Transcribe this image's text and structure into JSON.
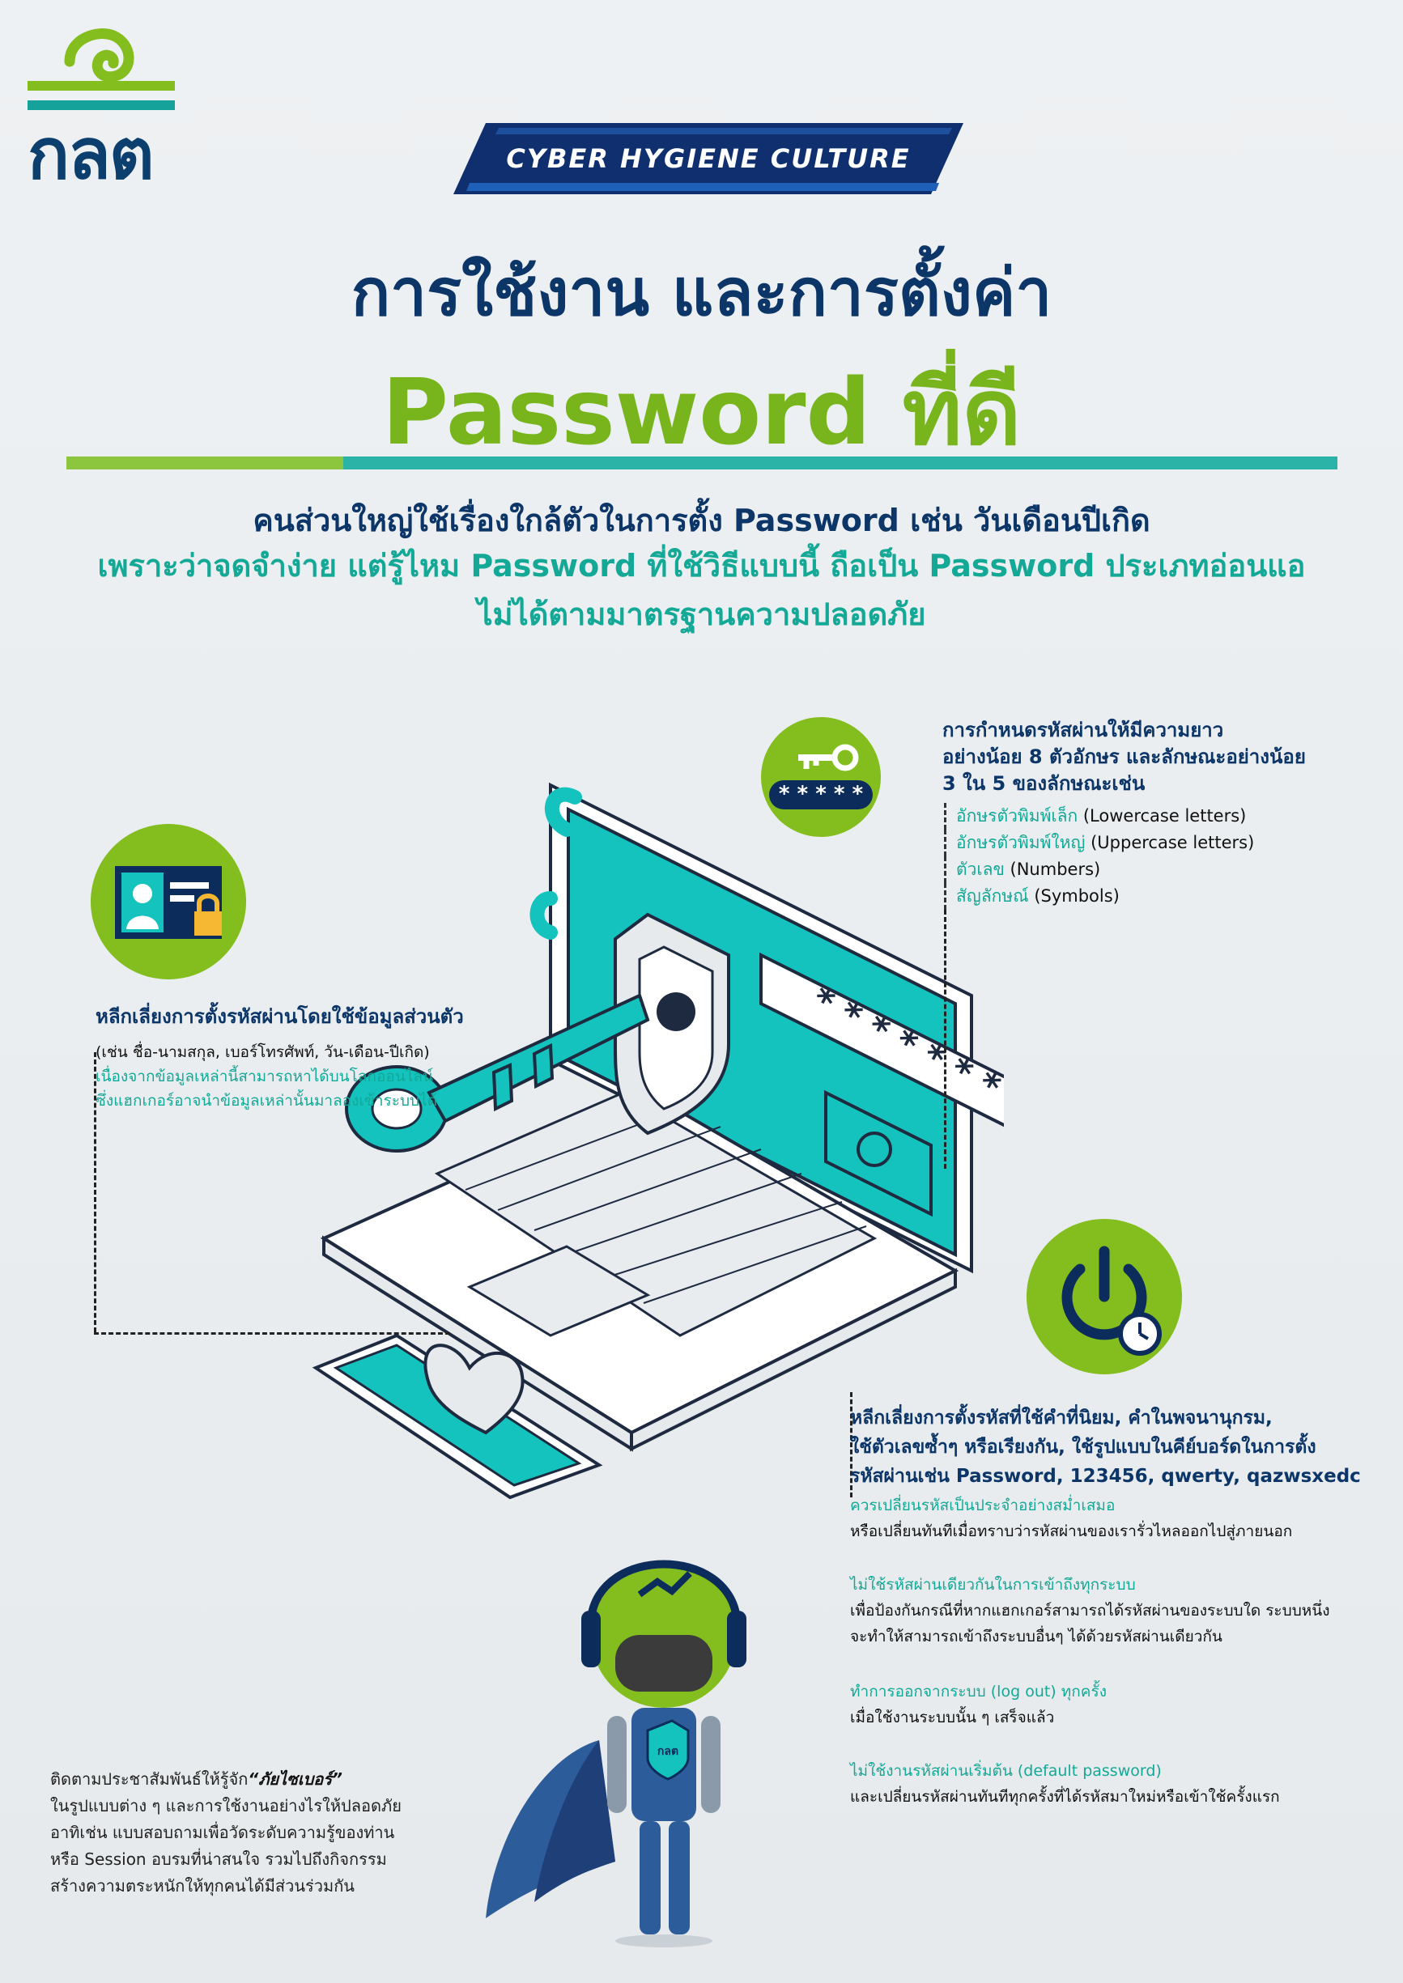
{
  "logo": {
    "text": "กลต"
  },
  "banner": {
    "text": "CYBER HYGIENE CULTURE"
  },
  "title": {
    "line1": "การใช้งาน และการตั้งค่า",
    "line2": "Password ที่ดี"
  },
  "intro": {
    "line1": "คนส่วนใหญ่ใช้เรื่องใกล้ตัวในการตั้ง Password เช่น วันเดือนปีเกิด",
    "line2": "เพราะว่าจดจำง่าย แต่รู้ไหม Password ที่ใช้วิธีแบบนี้ ถือเป็น Password ประเภทอ่อนแอ",
    "line3": "ไม่ได้ตามมาตรฐานความปลอดภัย"
  },
  "requirements": {
    "title_line1": "การกำหนดรหัสผ่านให้มีความยาว",
    "title_line2": "อย่างน้อย 8 ตัวอักษร และลักษณะอย่างน้อย",
    "title_line3": "3 ใน 5 ของลักษณะเช่น",
    "items": [
      {
        "th": "อักษรตัวพิมพ์เล็ก",
        "en": "(Lowercase letters)"
      },
      {
        "th": "อักษรตัวพิมพ์ใหญ่",
        "en": "(Uppercase letters)"
      },
      {
        "th": "ตัวเลข",
        "en": "(Numbers)"
      },
      {
        "th": "สัญลักษณ์",
        "en": "(Symbols)"
      }
    ],
    "password_mask": "* * * * *"
  },
  "personal_info": {
    "heading": "หลีกเลี่ยงการตั้งรหัสผ่านโดยใช้ข้อมูลส่วนตัว",
    "example": "(เช่น ชื่อ-นามสกุล, เบอร์โทรศัพท์, วัน-เดือน-ปีเกิด)",
    "reason1": "เนื่องจากข้อมูลเหล่านี้สามารถหาได้บนโลกออนไลน์",
    "reason2": "ซึ่งแฮกเกอร์อาจนำข้อมูลเหล่านั้นมาลองเข้าระบบได้"
  },
  "screen_password": "* * * * * * *",
  "common_words": {
    "line1": "หลีกเลี่ยงการตั้งรหัสที่ใช้คำที่นิยม, คำในพจนานุกรม,",
    "line2": "ใช้ตัวเลขซ้ำๆ หรือเรียงกัน, ใช้รูปแบบในคีย์บอร์ดในการตั้ง",
    "line3": "รหัสผ่านเช่น Password, 123456, qwerty, qazwsxedc"
  },
  "tips": [
    {
      "highlight": "ควรเปลี่ยนรหัสเป็นประจำอย่างสม่ำเสมอ",
      "text": "หรือเปลี่ยนทันทีเมื่อทราบว่ารหัสผ่านของเรารั่วไหลออกไปสู่ภายนอก"
    },
    {
      "highlight": "ไม่ใช้รหัสผ่านเดียวกันในการเข้าถึงทุกระบบ",
      "text": "เพื่อป้องกันกรณีที่หากแฮกเกอร์สามารถได้รหัสผ่านของระบบใด ระบบหนึ่ง",
      "text2": "จะทำให้สามารถเข้าถึงระบบอื่นๆ ได้ด้วยรหัสผ่านเดียวกัน"
    },
    {
      "highlight": "ทำการออกจากระบบ (log out) ทุกครั้ง",
      "text": "เมื่อใช้งานระบบนั้น ๆ เสร็จแล้ว"
    },
    {
      "highlight": "ไม่ใช้งานรหัสผ่านเริ่มต้น (default password)",
      "text": "และเปลี่ยนรหัสผ่านทันทีทุกครั้งที่ได้รหัสมาใหม่หรือเข้าใช้ครั้งแรก"
    }
  ],
  "follow": {
    "line1_prefix": "ติดตามประชาสัมพันธ์ให้รู้จัก",
    "line1_emph": "“ภัยไซเบอร์”",
    "line2": "ในรูปแบบต่าง ๆ และการใช้งานอย่างไรให้ปลอดภัย",
    "line3": "อาทิเช่น แบบสอบถามเพื่อวัดระดับความรู้ของท่าน",
    "line4": "หรือ Session อบรมที่น่าสนใจ รวมไปถึงกิจกรรม",
    "line5": "สร้างความตระหนักให้ทุกคนได้มีส่วนร่วมกัน"
  },
  "mascot": {
    "badge": "กลต"
  },
  "colors": {
    "navy": "#0c3568",
    "green": "#84bd1e",
    "teal": "#14c3be",
    "teal_text": "#14a896"
  }
}
